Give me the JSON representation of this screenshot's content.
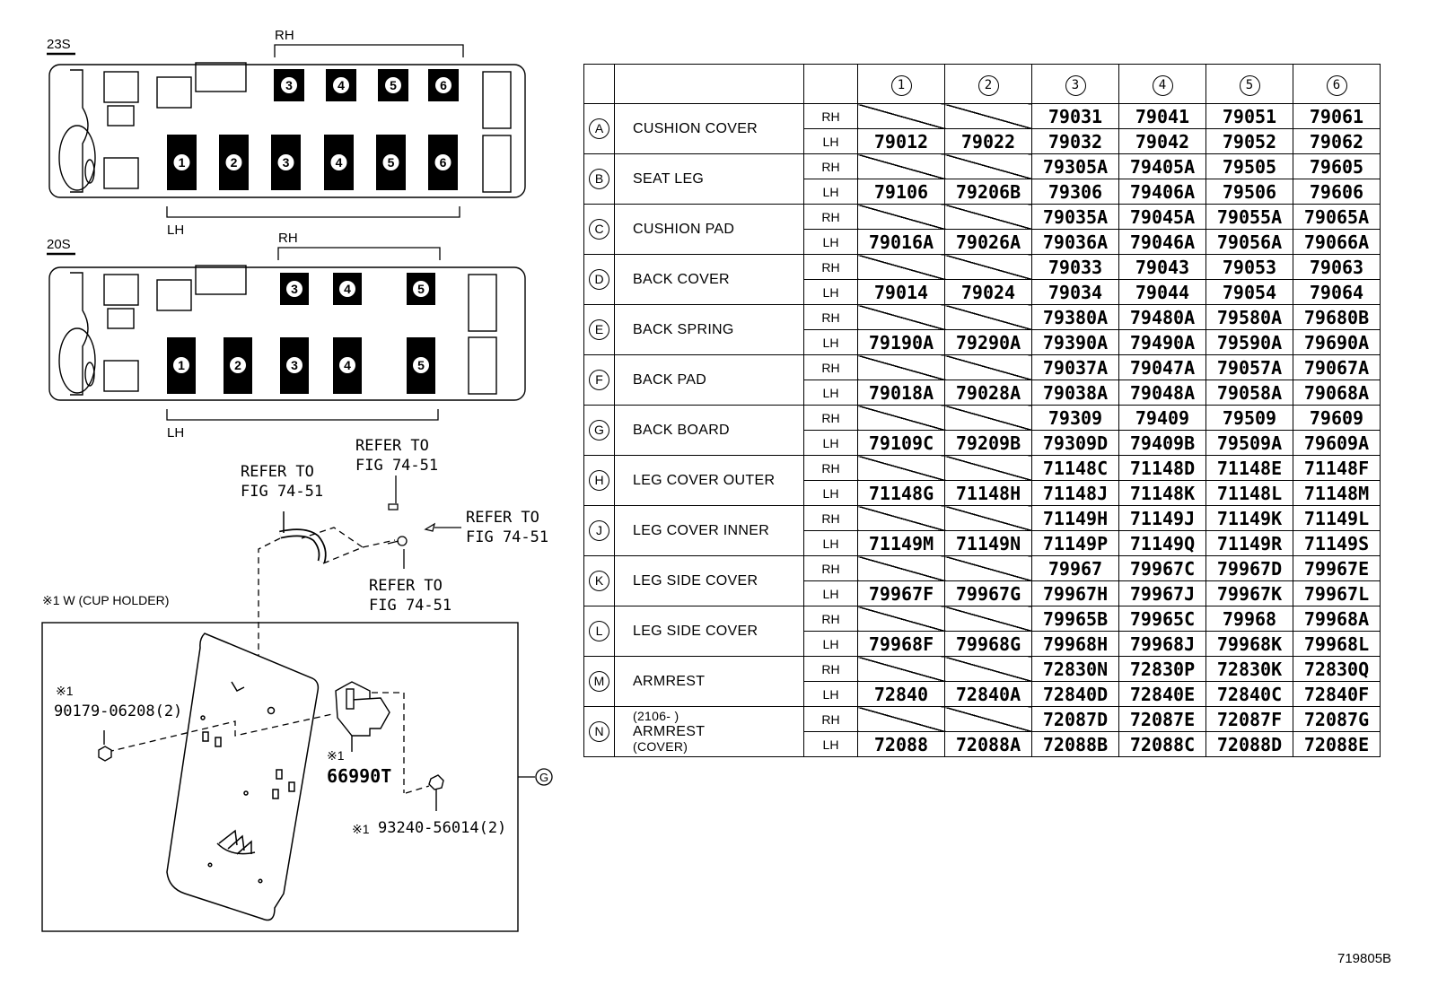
{
  "layout_23s": {
    "title": "23S",
    "rh_label": "RH",
    "lh_label": "LH",
    "rh_seats": [
      "3",
      "4",
      "5",
      "6"
    ],
    "lh_seats": [
      "1",
      "2",
      "3",
      "4",
      "5",
      "6"
    ]
  },
  "layout_20s": {
    "title": "20S",
    "rh_label": "RH",
    "lh_label": "LH",
    "rh_seats": [
      "3",
      "4",
      "5"
    ],
    "lh_seats": [
      "1",
      "2",
      "3",
      "4",
      "5"
    ]
  },
  "callouts": {
    "refer_1": "REFER TO\nFIG 74-51",
    "refer_2": "REFER TO\nFIG 74-51",
    "refer_3": "REFER TO\nFIG 74-51",
    "refer_4": "REFER TO\nFIG 74-51",
    "cup_holder_note": "※1 W (CUP HOLDER)",
    "part_a_mark": "※1",
    "part_a_number": "90179-06208(2)",
    "part_b_mark": "※1",
    "part_b_number": "66990T",
    "part_c_mark": "※1",
    "part_c_number": "93240-56014(2)",
    "group_letter": "G"
  },
  "diagram_id": "719805B",
  "table": {
    "columns": [
      "1",
      "2",
      "3",
      "4",
      "5",
      "6"
    ],
    "rows": [
      {
        "letter": "A",
        "name": "CUSHION COVER",
        "rh": [
          "",
          "",
          "79031",
          "79041",
          "79051",
          "79061"
        ],
        "lh": [
          "79012",
          "79022",
          "79032",
          "79042",
          "79052",
          "79062"
        ]
      },
      {
        "letter": "B",
        "name": "SEAT LEG",
        "rh": [
          "",
          "",
          "79305A",
          "79405A",
          "79505",
          "79605"
        ],
        "lh": [
          "79106",
          "79206B",
          "79306",
          "79406A",
          "79506",
          "79606"
        ]
      },
      {
        "letter": "C",
        "name": "CUSHION PAD",
        "rh": [
          "",
          "",
          "79035A",
          "79045A",
          "79055A",
          "79065A"
        ],
        "lh": [
          "79016A",
          "79026A",
          "79036A",
          "79046A",
          "79056A",
          "79066A"
        ]
      },
      {
        "letter": "D",
        "name": "BACK COVER",
        "rh": [
          "",
          "",
          "79033",
          "79043",
          "79053",
          "79063"
        ],
        "lh": [
          "79014",
          "79024",
          "79034",
          "79044",
          "79054",
          "79064"
        ]
      },
      {
        "letter": "E",
        "name": "BACK SPRING",
        "rh": [
          "",
          "",
          "79380A",
          "79480A",
          "79580A",
          "79680B"
        ],
        "lh": [
          "79190A",
          "79290A",
          "79390A",
          "79490A",
          "79590A",
          "79690A"
        ]
      },
      {
        "letter": "F",
        "name": "BACK PAD",
        "rh": [
          "",
          "",
          "79037A",
          "79047A",
          "79057A",
          "79067A"
        ],
        "lh": [
          "79018A",
          "79028A",
          "79038A",
          "79048A",
          "79058A",
          "79068A"
        ]
      },
      {
        "letter": "G",
        "name": "BACK BOARD",
        "rh": [
          "",
          "",
          "79309",
          "79409",
          "79509",
          "79609"
        ],
        "lh": [
          "79109C",
          "79209B",
          "79309D",
          "79409B",
          "79509A",
          "79609A"
        ]
      },
      {
        "letter": "H",
        "name": "LEG COVER OUTER",
        "rh": [
          "",
          "",
          "71148C",
          "71148D",
          "71148E",
          "71148F"
        ],
        "lh": [
          "71148G",
          "71148H",
          "71148J",
          "71148K",
          "71148L",
          "71148M"
        ]
      },
      {
        "letter": "J",
        "name": "LEG COVER INNER",
        "rh": [
          "",
          "",
          "71149H",
          "71149J",
          "71149K",
          "71149L"
        ],
        "lh": [
          "71149M",
          "71149N",
          "71149P",
          "71149Q",
          "71149R",
          "71149S"
        ]
      },
      {
        "letter": "K",
        "name": "LEG SIDE COVER",
        "rh": [
          "",
          "",
          "79967",
          "79967C",
          "79967D",
          "79967E"
        ],
        "lh": [
          "79967F",
          "79967G",
          "79967H",
          "79967J",
          "79967K",
          "79967L"
        ]
      },
      {
        "letter": "L",
        "name": "LEG SIDE COVER",
        "rh": [
          "",
          "",
          "79965B",
          "79965C",
          "79968",
          "79968A"
        ],
        "lh": [
          "79968F",
          "79968G",
          "79968H",
          "79968J",
          "79968K",
          "79968L"
        ]
      },
      {
        "letter": "M",
        "name": "ARMREST",
        "rh": [
          "",
          "",
          "72830N",
          "72830P",
          "72830K",
          "72830Q"
        ],
        "lh": [
          "72840",
          "72840A",
          "72840D",
          "72840E",
          "72840C",
          "72840F"
        ]
      },
      {
        "letter": "N",
        "name_pre": "(2106-        )",
        "name": "ARMREST",
        "name_post": "(COVER)",
        "rh": [
          "",
          "",
          "72087D",
          "72087E",
          "72087F",
          "72087G"
        ],
        "lh": [
          "72088",
          "72088A",
          "72088B",
          "72088C",
          "72088D",
          "72088E"
        ]
      }
    ],
    "side_labels": {
      "rh": "RH",
      "lh": "LH"
    }
  }
}
